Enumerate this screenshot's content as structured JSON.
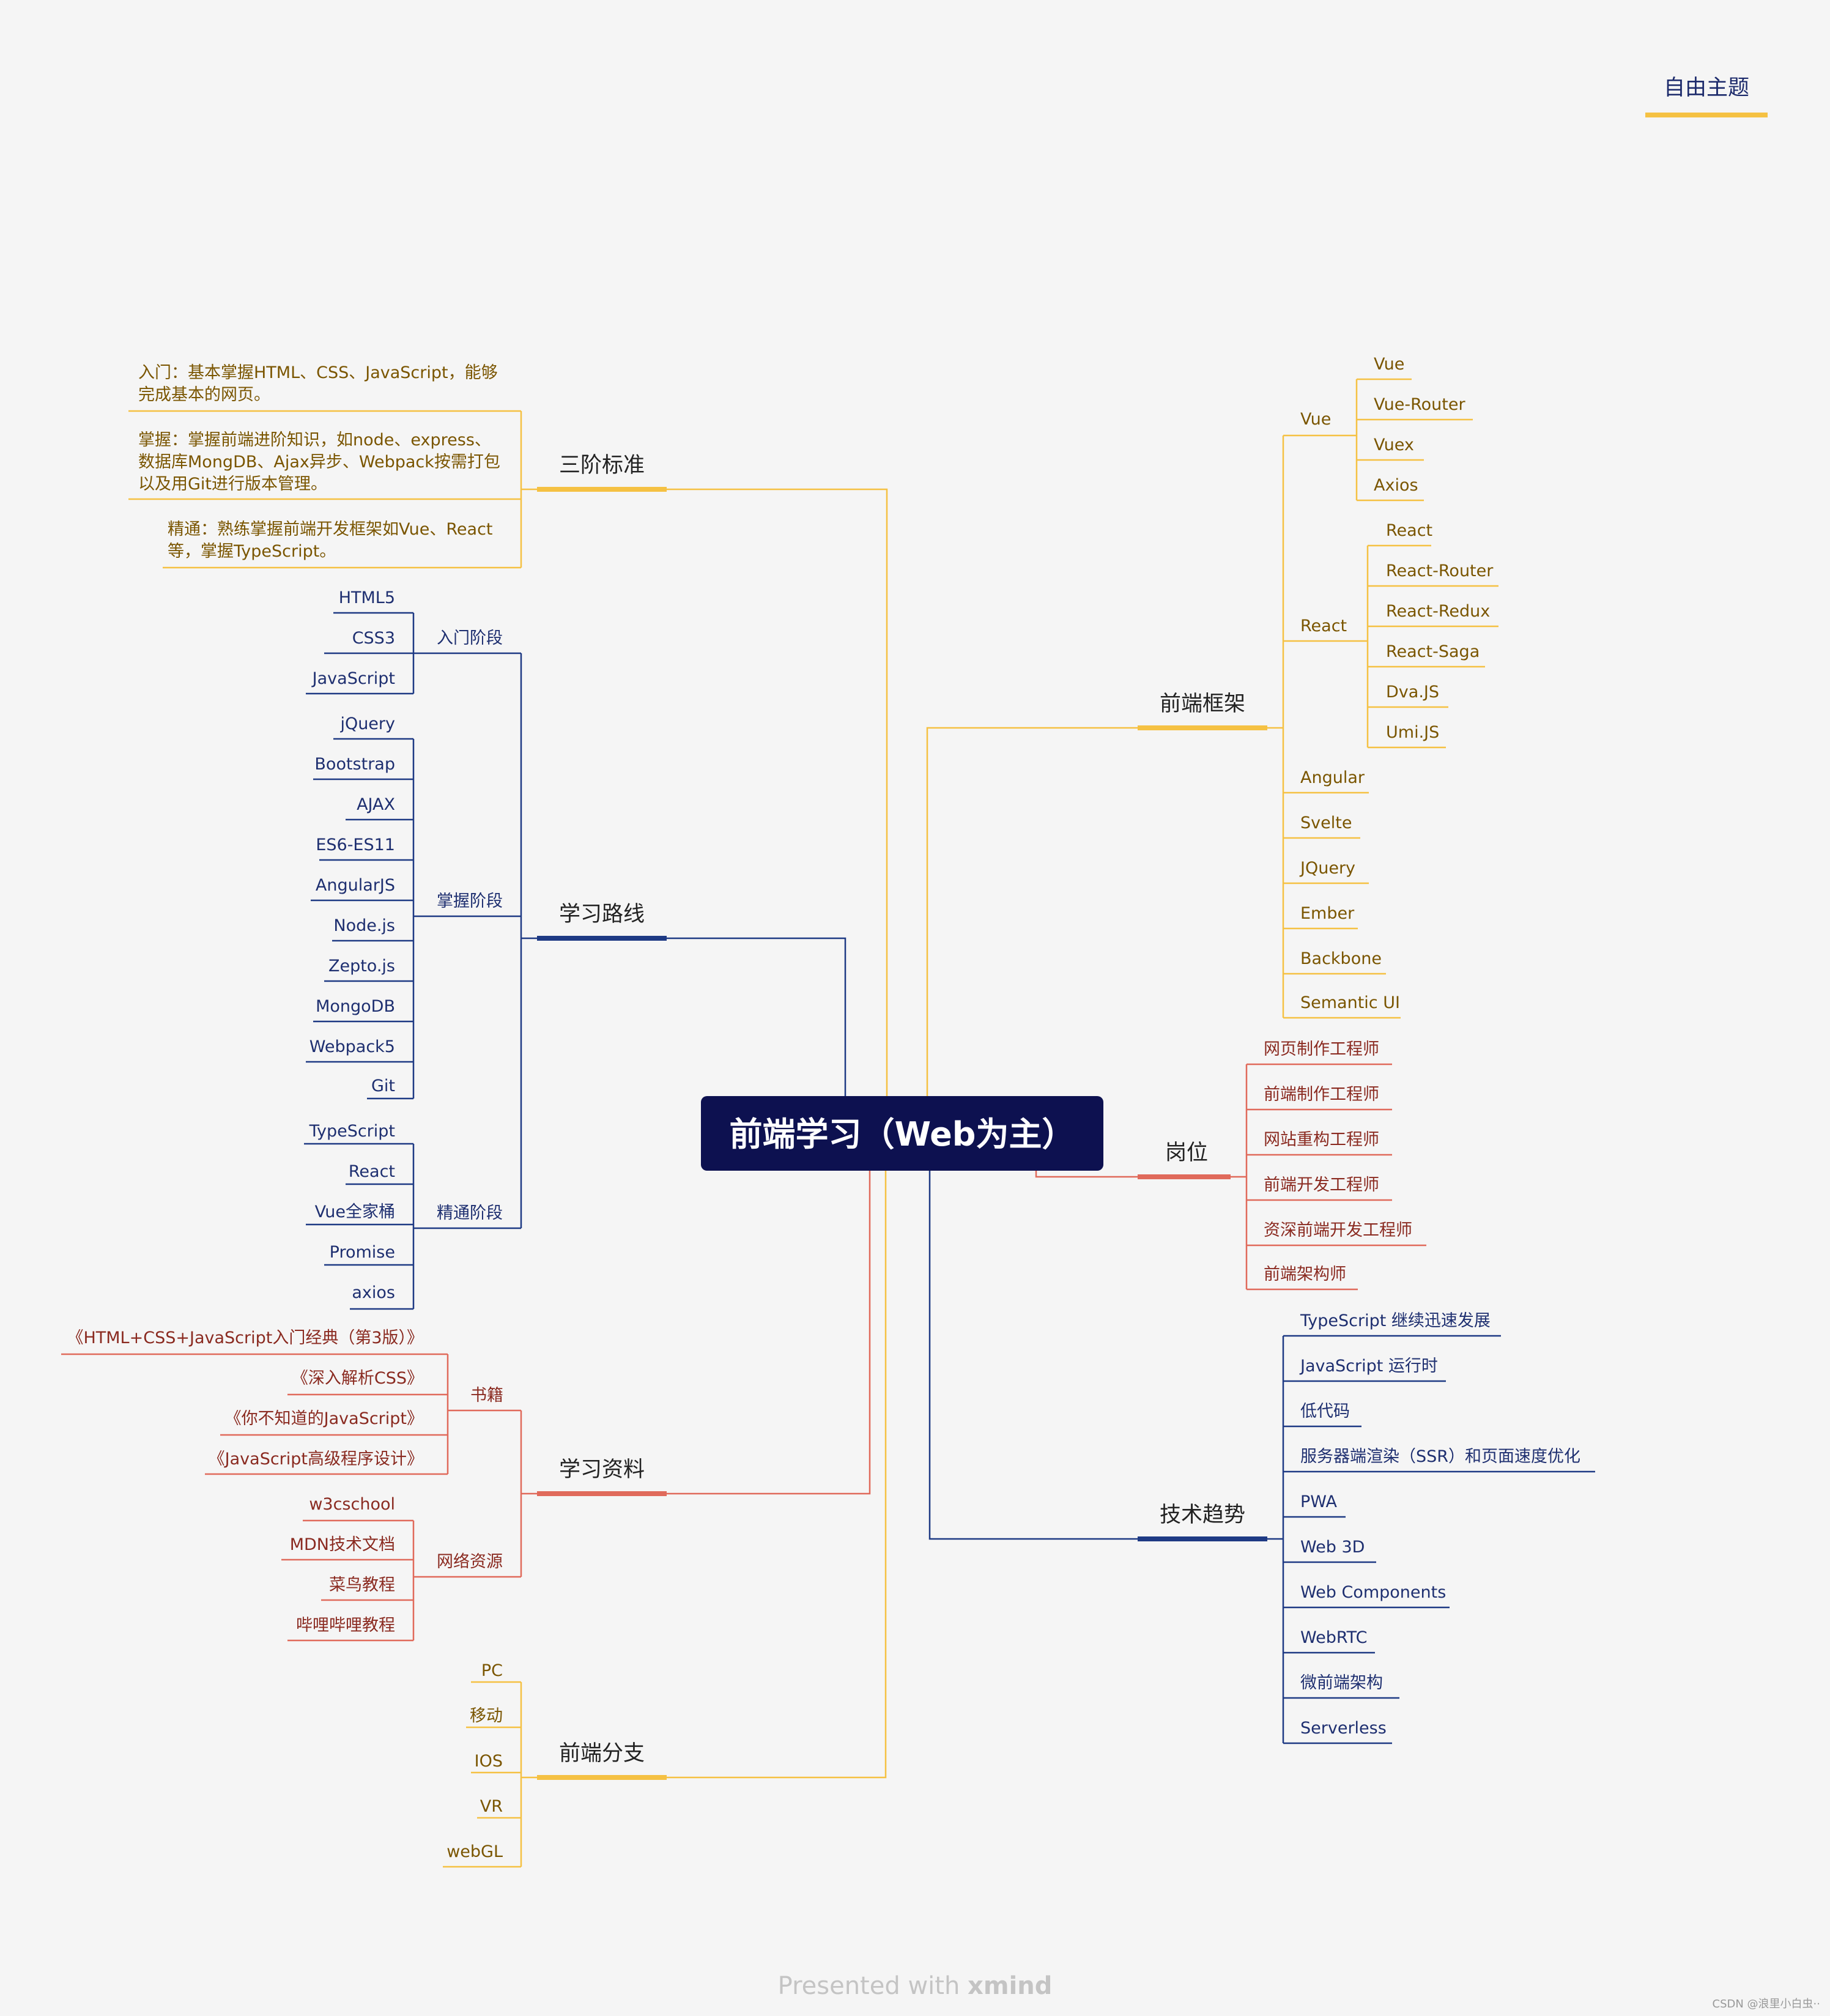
{
  "root": "前端学习（Web为主）",
  "floating_topic": "自由主题",
  "footer": {
    "presented": "Presented with ",
    "brand": "xmind"
  },
  "watermark": "CSDN @浪里小白虫··",
  "colors": {
    "yellow": "#f5c143",
    "navy": "#1e3a84",
    "red": "#e06a5b",
    "root_bg": "#0d1150",
    "yellow_text": "#7a5500",
    "navy_text": "#1e2f70",
    "red_text": "#8a2a20"
  },
  "branches": {
    "sanjie": {
      "label": "三阶标准",
      "items": [
        "入门：基本掌握HTML、CSS、JavaScript，能够\n完成基本的网页。",
        "掌握：掌握前端进阶知识，如node、express、\n数据库MongDB、Ajax异步、Webpack按需打包\n以及用Git进行版本管理。",
        "精通：熟练掌握前端开发框架如Vue、React\n等，掌握TypeScript。"
      ]
    },
    "luxian": {
      "label": "学习路线",
      "groups": [
        {
          "label": "入门阶段",
          "items": [
            "HTML5",
            "CSS3",
            "JavaScript"
          ]
        },
        {
          "label": "掌握阶段",
          "items": [
            "jQuery",
            "Bootstrap",
            "AJAX",
            "ES6-ES11",
            "AngularJS",
            "Node.js",
            "Zepto.js",
            "MongoDB",
            "Webpack5",
            "Git"
          ]
        },
        {
          "label": "精通阶段",
          "items": [
            "TypeScript",
            "React",
            "Vue全家桶",
            "Promise",
            "axios"
          ]
        }
      ]
    },
    "ziliao": {
      "label": "学习资料",
      "groups": [
        {
          "label": "书籍",
          "items": [
            "《HTML+CSS+JavaScript入门经典（第3版）》",
            "《深入解析CSS》",
            "《你不知道的JavaScript》",
            "《JavaScript高级程序设计》"
          ]
        },
        {
          "label": "网络资源",
          "items": [
            "w3cschool",
            "MDN技术文档",
            "菜鸟教程",
            "哔哩哔哩教程"
          ]
        }
      ]
    },
    "fenzhi": {
      "label": "前端分支",
      "items": [
        "PC",
        "移动",
        "IOS",
        "VR",
        "webGL"
      ]
    },
    "kuangjia": {
      "label": "前端框架",
      "vue": {
        "label": "Vue",
        "items": [
          "Vue",
          "Vue-Router",
          "Vuex",
          "Axios"
        ]
      },
      "react": {
        "label": "React",
        "items": [
          "React",
          "React-Router",
          "React-Redux",
          "React-Saga",
          "Dva.JS",
          "Umi.JS"
        ]
      },
      "others": [
        "Angular",
        "Svelte",
        "JQuery",
        "Ember",
        "Backbone",
        "Semantic UI"
      ]
    },
    "gangwei": {
      "label": "岗位",
      "items": [
        "网页制作工程师",
        "前端制作工程师",
        "网站重构工程师",
        "前端开发工程师",
        "资深前端开发工程师",
        "前端架构师"
      ]
    },
    "qushi": {
      "label": "技术趋势",
      "items": [
        "TypeScript 继续迅速发展",
        "JavaScript 运行时",
        "低代码",
        "服务器端渲染（SSR）和页面速度优化",
        "PWA",
        "Web 3D",
        "Web Components",
        "WebRTC",
        "微前端架构",
        "Serverless"
      ]
    }
  }
}
